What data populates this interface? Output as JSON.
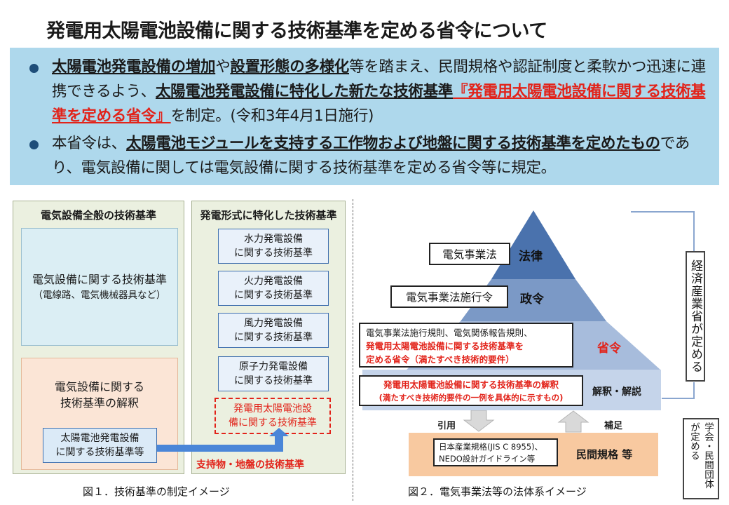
{
  "title": "発電用太陽電池設備に関する技術基準を定める省令について",
  "summary": {
    "bullet1": {
      "a": "太陽電池発電設備の増加",
      "b": "や",
      "c": "設置形態の多様化",
      "d": "等を踏まえ、民間規格や認証制度と柔軟かつ迅速に連携できるよう、",
      "e": "太陽電池発電設備に特化した新たな技術基準",
      "f": "『発電用太陽電池設備に関する技術基準を定める省令』",
      "g": "を制定。(令和3年4月1日施行)"
    },
    "bullet2": {
      "a": "本省令は、",
      "b": "太陽電池モジュールを支持する工作物および地盤に関する技術基準を定めたもの",
      "c": "であり、電気設備に関しては電気設備に関する技術基準を定める省令等に規定。"
    }
  },
  "fig1": {
    "left_header": "電気設備全般の技術基準",
    "box_tech_line1": "電気設備に関する技術基準",
    "box_tech_line2": "（電線路、電気機械器具など）",
    "box_interp_line1": "電気設備に関する",
    "box_interp_line2": "技術基準の解釈",
    "box_solar_line1": "太陽電池発電設備",
    "box_solar_line2": "に関する技術基準等",
    "right_header": "発電形式に特化した技術基準",
    "items": [
      {
        "l1": "水力発電設備",
        "l2": "に関する技術基準"
      },
      {
        "l1": "火力発電設備",
        "l2": "に関する技術基準"
      },
      {
        "l1": "風力発電設備",
        "l2": "に関する技術基準"
      },
      {
        "l1": "原子力発電設備",
        "l2": "に関する技術基準"
      }
    ],
    "new_item_l1": "発電用太陽電池設",
    "new_item_l2": "備に関する技術基準",
    "arrow_label": "支持物・地盤の技術基準",
    "caption": "図１．技術基準の制定イメージ"
  },
  "fig2": {
    "law_box": "電気事業法",
    "law_level": "法律",
    "cabinet_box": "電気事業法施行令",
    "cabinet_level": "政令",
    "ordinance_box_l1": "電気事業法施行規則、電気関係報告規則、",
    "ordinance_box_l2": "発電用太陽電池設備に関する技術基準を",
    "ordinance_box_l3": "定める省令（満たすべき技術的要件）",
    "ordinance_level": "省令",
    "interp_box_l1": "発電用太陽電池設備に関する技術基準の解釈",
    "interp_box_l2": "(満たすべき技術的要件の一例を具体的に示すもの)",
    "interp_level": "解釈・解説",
    "cite_label": "引用",
    "supplement_label": "補足",
    "private_box_l1": "日本産業規格(JIS C 8955)、",
    "private_box_l2": "NEDO設計ガイドライン等",
    "private_level": "民間規格 等",
    "meti_label": "経済産業省が定める",
    "society_label_col1": "学会・民間団体",
    "society_label_col2": "が定める",
    "caption": "図２．電気事業法等の法体系イメージ"
  },
  "colors": {
    "title_band": "#aed8ec",
    "red": "#e2231a",
    "pyramid_dark": "#4a72ad",
    "private_band": "#f8c9a0"
  }
}
